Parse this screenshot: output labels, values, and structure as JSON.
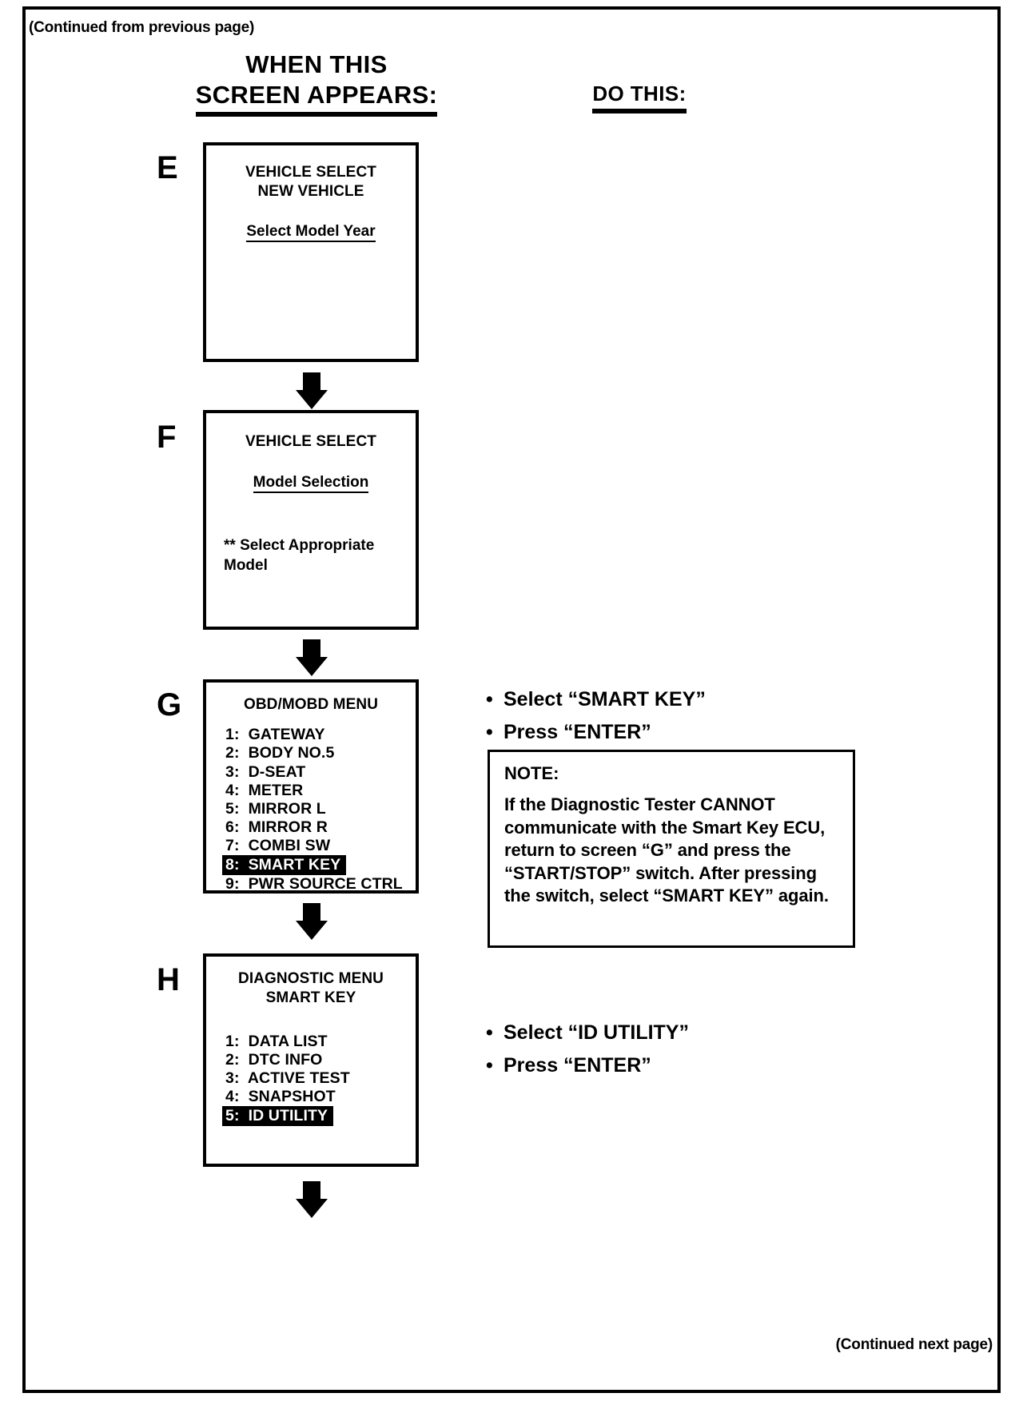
{
  "page": {
    "continued_from": "(Continued from previous page)",
    "continued_next": "(Continued next page)"
  },
  "headers": {
    "left_line1": "WHEN THIS",
    "left_line2": "SCREEN APPEARS:",
    "right": "DO THIS:"
  },
  "screens": [
    {
      "letter": "E",
      "title_line1": "VEHICLE SELECT",
      "title_line2": "NEW VEHICLE",
      "underlined": "Select Model Year"
    },
    {
      "letter": "F",
      "title_line1": "VEHICLE SELECT",
      "underlined": "Model Selection",
      "note_line1": "** Select Appropriate",
      "note_line2": "Model"
    },
    {
      "letter": "G",
      "title_line1": "OBD/MOBD MENU",
      "menu": [
        {
          "text": "1:  GATEWAY",
          "selected": false
        },
        {
          "text": "2:  BODY NO.5",
          "selected": false
        },
        {
          "text": "3:  D-SEAT",
          "selected": false
        },
        {
          "text": "4:  METER",
          "selected": false
        },
        {
          "text": "5:  MIRROR L",
          "selected": false
        },
        {
          "text": "6:  MIRROR R",
          "selected": false
        },
        {
          "text": "7:  COMBI SW",
          "selected": false
        },
        {
          "text": "8:  SMART KEY",
          "selected": true
        },
        {
          "text": "9:  PWR SOURCE CTRL",
          "selected": false
        }
      ]
    },
    {
      "letter": "H",
      "title_line1": "DIAGNOSTIC MENU",
      "title_line2": "SMART KEY",
      "menu": [
        {
          "text": "1:  DATA LIST",
          "selected": false
        },
        {
          "text": "2:  DTC INFO",
          "selected": false
        },
        {
          "text": "3:  ACTIVE TEST",
          "selected": false
        },
        {
          "text": "4:  SNAPSHOT",
          "selected": false
        },
        {
          "text": "5:  ID UTILITY",
          "selected": true
        }
      ]
    }
  ],
  "instructions_g": {
    "bullet1": "Select  “SMART KEY”",
    "bullet2": "Press “ENTER”",
    "dot": "•"
  },
  "instructions_h": {
    "bullet1": "Select “ID UTILITY”",
    "bullet2": "Press “ENTER”",
    "dot": "•"
  },
  "note": {
    "title": "NOTE:",
    "body": "If the Diagnostic Tester CANNOT communicate with the Smart Key ECU, return to screen “G” and press the “START/STOP” switch. After pressing the switch, select “SMART KEY” again."
  }
}
